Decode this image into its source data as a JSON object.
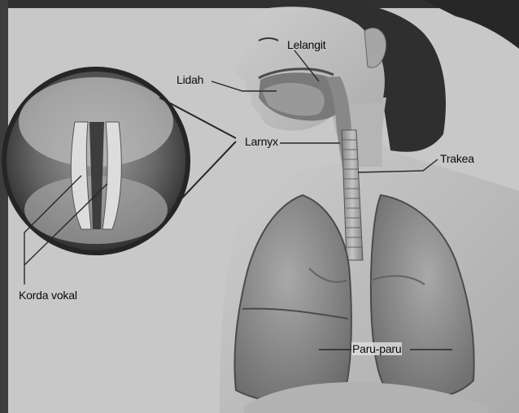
{
  "labels": {
    "lelangit": "Lelangit",
    "lidah": "Lidah",
    "larnyx": "Larnyx",
    "trakea": "Trakea",
    "korda_vokal": "Korda vokal",
    "paru_paru": "Paru-paru"
  },
  "colors": {
    "background": "#c7c7c7",
    "outer_frame": "#0a0a0a",
    "hair": "#1a1a1a",
    "skin": "#b9b9b9",
    "lung": "#8a8a8a",
    "lung_dark": "#6a6a6a",
    "trachea": "#9a9a9a",
    "leader_line": "#111111"
  }
}
